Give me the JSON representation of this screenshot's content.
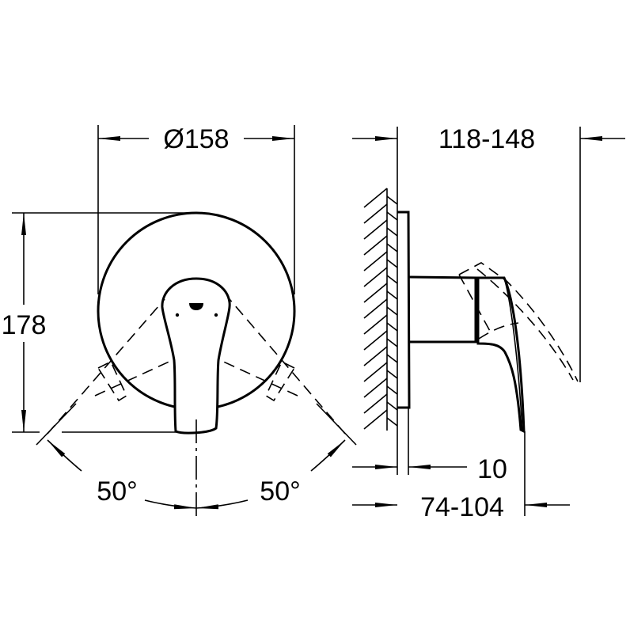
{
  "drawing": {
    "type": "technical-dimension-drawing",
    "subject": "single-lever shower mixer trim",
    "views": [
      "front-view",
      "side-view"
    ],
    "line_color": "#000000",
    "background": "#ffffff"
  },
  "front_view": {
    "diameter_label": "Ø158",
    "height_label": "178",
    "angle_left_label": "50°",
    "angle_right_label": "50°"
  },
  "side_view": {
    "projection_label": "118-148",
    "plate_thickness_label": "10",
    "depth_range_label": "74-104"
  }
}
